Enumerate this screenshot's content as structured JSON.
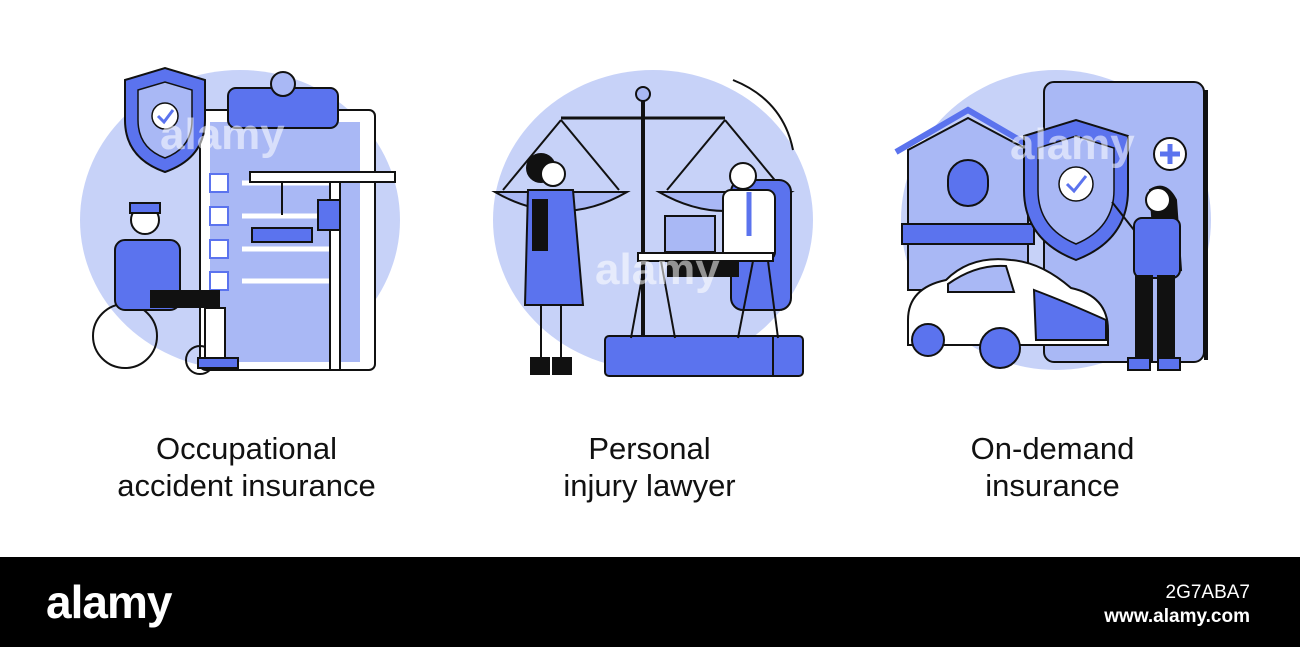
{
  "panels": [
    {
      "caption_line1": "Occupational",
      "caption_line2": "accident insurance",
      "icon": "worker-wheelchair-insurance"
    },
    {
      "caption_line1": "Personal",
      "caption_line2": "injury lawyer",
      "icon": "lawyer-scales-desk"
    },
    {
      "caption_line1": "On-demand",
      "caption_line2": "insurance",
      "icon": "car-house-phone-insurance"
    }
  ],
  "watermark": "alamy",
  "footer": {
    "logo": "alamy",
    "image_id": "2G7ABA7",
    "site": "www.alamy.com"
  },
  "colors": {
    "blue": "#5b73ee",
    "light_blue": "#c7d2f8",
    "mid_blue": "#a9b8f5",
    "dark": "#111111"
  }
}
